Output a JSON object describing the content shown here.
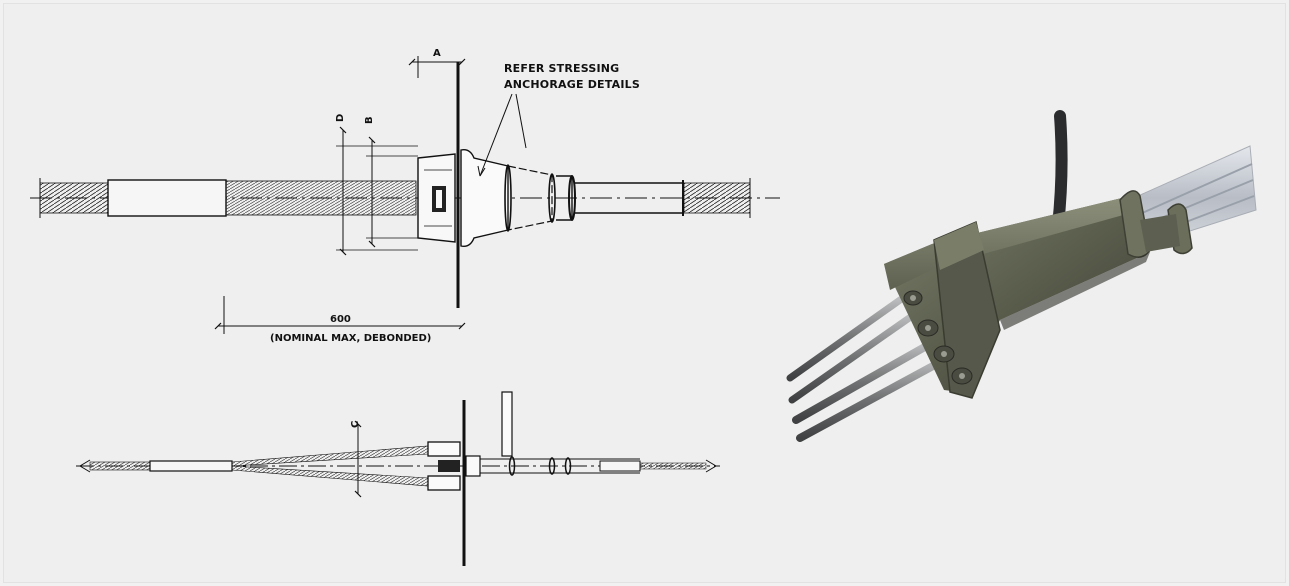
{
  "drawing": {
    "labels": {
      "dim_a": "A",
      "dim_b": "B",
      "dim_c": "C",
      "dim_d": "D",
      "dim_length_value": "600",
      "dim_length_note": "(NOMINAL MAX, DEBONDED)",
      "callout_line1": "REFER STRESSING",
      "callout_line2": "ANCHORAGE DETAILS"
    }
  },
  "photo": {
    "subject": "dead-end anchorage casting with multiple strands and grout tube"
  },
  "colors": {
    "background": "#efefef",
    "linework": "#111111",
    "casting": "#5d6050",
    "casting_dark": "#3c3f33",
    "strand": "#8d8f90",
    "duct": "#c9ccd3"
  }
}
